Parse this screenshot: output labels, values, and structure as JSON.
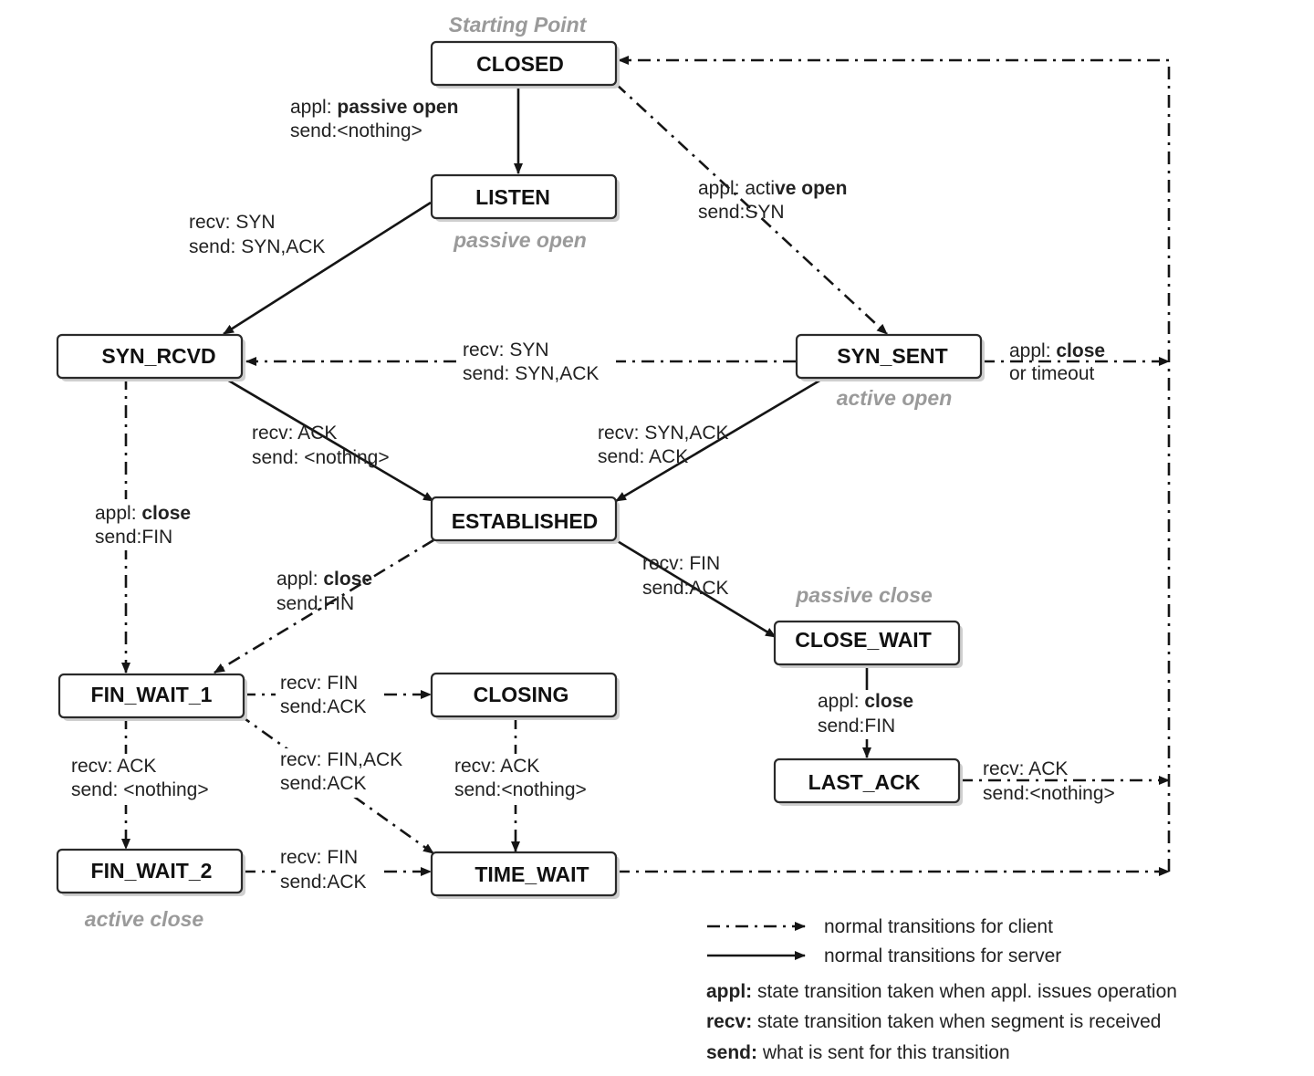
{
  "diagram": {
    "starting_point": "Starting Point",
    "states": {
      "closed": "CLOSED",
      "listen": "LISTEN",
      "syn_rcvd": "SYN_RCVD",
      "syn_sent": "SYN_SENT",
      "established": "ESTABLISHED",
      "fin_wait_1": "FIN_WAIT_1",
      "closing": "CLOSING",
      "close_wait": "CLOSE_WAIT",
      "last_ack": "LAST_ACK",
      "fin_wait_2": "FIN_WAIT_2",
      "time_wait": "TIME_WAIT"
    },
    "phases": {
      "passive_open": "passive open",
      "active_open": "active open",
      "passive_close": "passive close",
      "active_close": "active close"
    },
    "transitions": {
      "closed_listen": {
        "l1a": "appl: ",
        "l1b": "passive open",
        "l2": "send:<nothing>"
      },
      "closed_syn_sent": {
        "l1a": "appl: acti",
        "l1b": "ve open",
        "l2": "send:SYN"
      },
      "listen_syn_rcvd": {
        "l1": "recv: SYN",
        "l2": "send: SYN,ACK"
      },
      "syn_sent_syn_rcvd": {
        "l1": "recv: SYN",
        "l2": "send: SYN,ACK"
      },
      "syn_sent_closed": {
        "l1a": "appl: ",
        "l1b": "close",
        "l2": "or timeout"
      },
      "syn_rcvd_established": {
        "l1": "recv: ACK",
        "l2": "send: <nothing>"
      },
      "syn_sent_established": {
        "l1": "recv: SYN,ACK",
        "l2": "send: ACK"
      },
      "syn_rcvd_fin_wait_1": {
        "l1a": "appl: ",
        "l1b": "close",
        "l2": "send:FIN"
      },
      "established_fin_wait_1": {
        "l1a": "appl: ",
        "l1b": "close",
        "l2": "send:FIN"
      },
      "established_close_wait": {
        "l1": "recv: FIN",
        "l2": "send:ACK"
      },
      "fin_wait_1_closing": {
        "l1": "recv: FIN",
        "l2": "send:ACK"
      },
      "close_wait_last_ack": {
        "l1a": "appl: ",
        "l1b": "close",
        "l2": "send:FIN"
      },
      "fin_wait_1_fin_wait_2": {
        "l1": "recv: ACK",
        "l2": "send: <nothing>"
      },
      "fin_wait_1_time_wait": {
        "l1": "recv: FIN,ACK",
        "l2": "send:ACK"
      },
      "closing_time_wait": {
        "l1": "recv: ACK",
        "l2": "send:<nothing>"
      },
      "last_ack_closed": {
        "l1": "recv: ACK",
        "l2": "send:<nothing>"
      },
      "fin_wait_2_time_wait": {
        "l1": "recv: FIN",
        "l2": "send:ACK"
      }
    }
  },
  "legend": {
    "client": "normal transitions for client",
    "server": "normal transitions for server",
    "appl_key": "appl:",
    "appl_desc": " state transition taken when appl. issues operation",
    "recv_key": "recv:",
    "recv_desc": " state transition taken when segment is received",
    "send_key": "send:",
    "send_desc": " what is sent for this transition"
  }
}
